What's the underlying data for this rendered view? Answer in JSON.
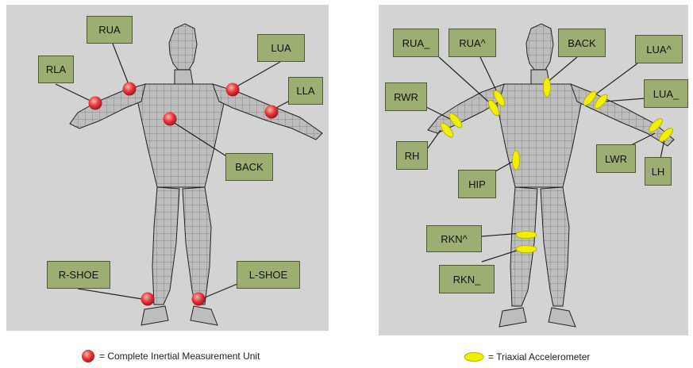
{
  "left_panel": {
    "labels": {
      "rua": "RUA",
      "rla": "RLA",
      "lua": "LUA",
      "lla": "LLA",
      "back": "BACK",
      "r_shoe": "R-SHOE",
      "l_shoe": "L-SHOE"
    }
  },
  "right_panel": {
    "labels": {
      "rua_low": "RUA_",
      "rua_up": "RUA^",
      "back": "BACK",
      "lua_up": "LUA^",
      "rwr": "RWR",
      "lua_low": "LUA_",
      "rh": "RH",
      "lwr": "LWR",
      "lh": "LH",
      "hip": "HIP",
      "rkn_up": "RKN^",
      "rkn_low": "RKN_"
    }
  },
  "legend": {
    "imu": "= Complete Inertial Measurement Unit",
    "accel": "= Triaxial Accelerometer"
  },
  "colors": {
    "panel_bg": "#d3d3d3",
    "label_fill": "#9dae72",
    "label_border": "#4e5a36",
    "imu_marker": "#e8383b",
    "accel_marker": "#f2f000",
    "mesh_body": "#bdbdbd",
    "mesh_lines": "#3a3a3a"
  }
}
